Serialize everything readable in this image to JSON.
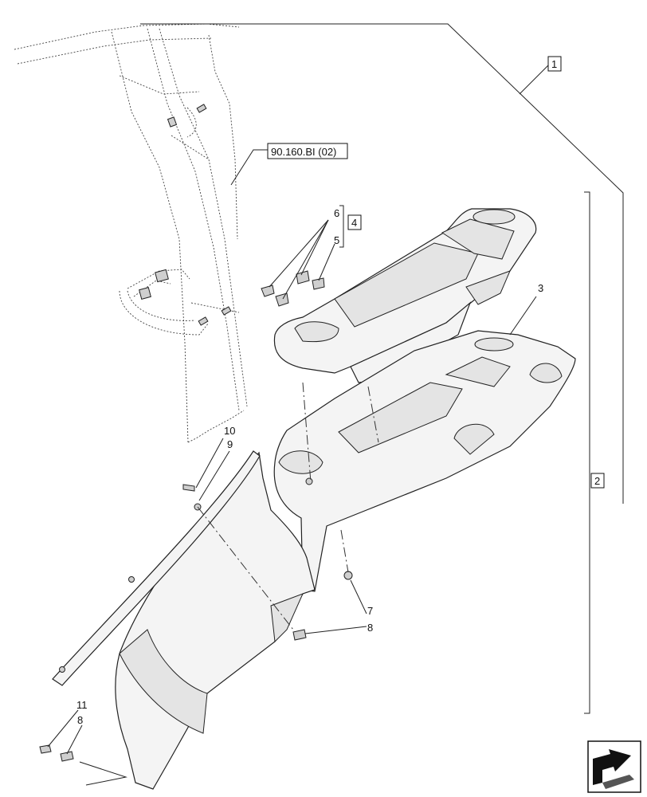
{
  "diagram": {
    "callouts": {
      "c1": "1",
      "c2": "2",
      "c3": "3",
      "c4": "4",
      "c5": "5",
      "c6": "6",
      "c7": "7",
      "c8a": "8",
      "c8b": "8",
      "c9": "9",
      "c10": "10",
      "c11": "11"
    },
    "reference": "90.160.BI (02)"
  }
}
